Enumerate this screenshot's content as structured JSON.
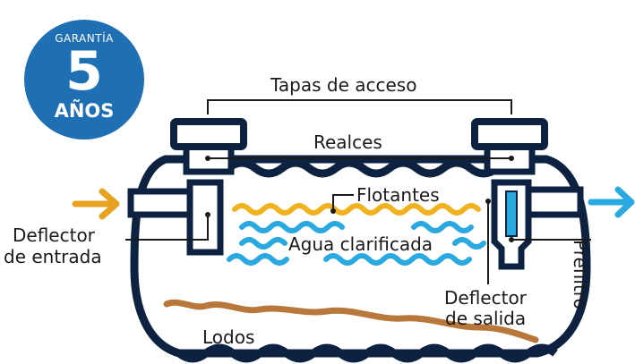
{
  "badge": {
    "caption": "GARANTÍA",
    "number": "5",
    "unit": "AÑOS",
    "color": "#1f6fb4"
  },
  "labels": {
    "tapas": "Tapas de acceso",
    "realces": "Realces",
    "flotantes": "Flotantes",
    "agua": "Agua clarificada",
    "deflector_entrada_1": "Deflector",
    "deflector_entrada_2": "de entrada",
    "deflector_salida_1": "Deflector",
    "deflector_salida_2": "de salida",
    "prefiltro": "Prefiltro",
    "lodos": "Lodos"
  },
  "colors": {
    "outline": "#0d2240",
    "inlet_arrow": "#e8a21f",
    "outlet_arrow": "#2aa8e0",
    "floatants": "#f0b21e",
    "water": "#2aa8e0",
    "sludge": "#b9783b",
    "filter": "#2aa8e0"
  }
}
